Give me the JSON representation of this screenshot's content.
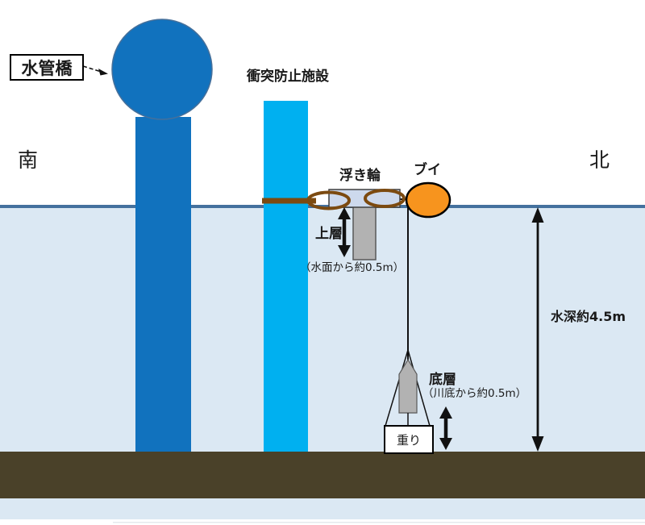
{
  "labels": {
    "pipe_bridge": "水管橋",
    "south": "南",
    "north": "北",
    "collision_prevention": "衝突防止施設",
    "float_ring": "浮き輪",
    "buoy": "ブイ",
    "upper_layer": "上層",
    "upper_layer_note": "（水面から約0.5m）",
    "bottom_layer": "底層",
    "bottom_layer_note": "（川底から約0.5m）",
    "weight": "重り",
    "water_depth": "水深約4.5m"
  },
  "colors": {
    "pipe_blue": "#1172BE",
    "pipe_edge": "#46709B",
    "barrier_cyan": "#00B0F0",
    "water": "#DBE8F3",
    "water_line": "#44719E",
    "riverbed": "#4A4129",
    "buoy_orange": "#F7941E",
    "rope_brown": "#7C4A10",
    "float_fill": "#CDD9ED",
    "sensor_gray": "#B2B2B2"
  }
}
